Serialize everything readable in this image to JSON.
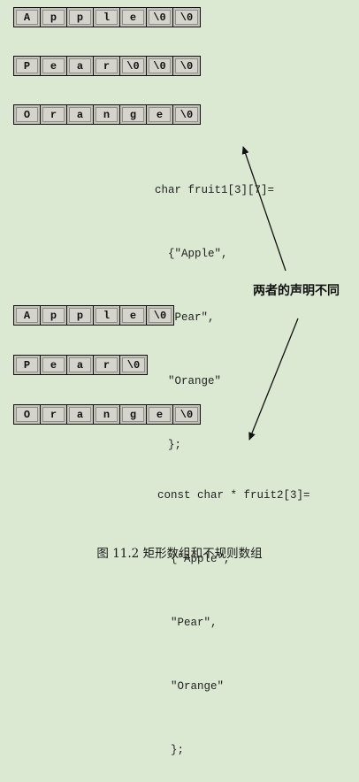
{
  "rect_arrays": [
    [
      "A",
      "p",
      "p",
      "l",
      "e",
      "\\0",
      "\\0"
    ],
    [
      "P",
      "e",
      "a",
      "r",
      "\\0",
      "\\0",
      "\\0"
    ],
    [
      "O",
      "r",
      "a",
      "n",
      "g",
      "e",
      "\\0"
    ]
  ],
  "code1": {
    "lines": [
      "char fruit1[3][7]=",
      "  {\"Apple\",",
      "  \"Pear\",",
      "  \"Orange\"",
      "  };"
    ]
  },
  "label": "两者的声明不同",
  "ragged_arrays": [
    [
      "A",
      "p",
      "p",
      "l",
      "e",
      "\\0"
    ],
    [
      "P",
      "e",
      "a",
      "r",
      "\\0"
    ],
    [
      "O",
      "r",
      "a",
      "n",
      "g",
      "e",
      "\\0"
    ]
  ],
  "code2": {
    "lines": [
      "const char * fruit2[3]=",
      "  {\"Apple\",",
      "  \"Pear\",",
      "  \"Orange\"",
      "  };"
    ]
  },
  "caption": "图 11.2    矩形数组和不规则数组"
}
